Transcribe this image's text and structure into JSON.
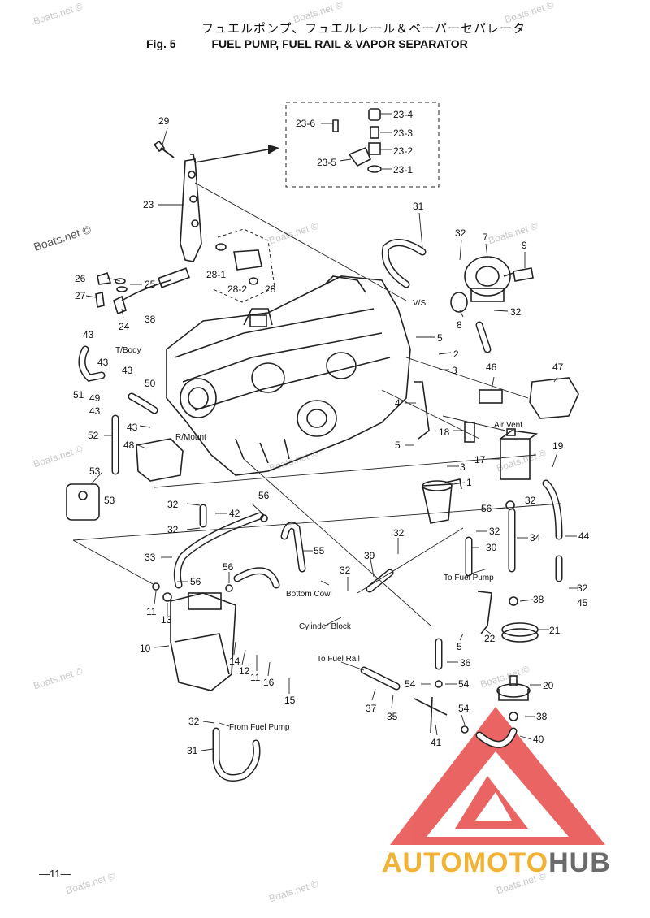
{
  "title": {
    "japanese": "フュエルポンプ、フュエルレール＆ベーパーセパレータ",
    "fig_number": "Fig. 5",
    "english": "FUEL PUMP, FUEL RAIL  & VAPOR SEPARATOR"
  },
  "watermark": "Boats.net ©",
  "page_number": "—11—",
  "logo": {
    "part1": "AUTO",
    "part2": "MOTO",
    "part3": "HUB",
    "colors": {
      "accent": "#f2b233",
      "triangle": "#e84a4a",
      "gray": "#6b6b6b"
    }
  },
  "callouts": [
    {
      "id": "c29",
      "text": "29"
    },
    {
      "id": "c23",
      "text": "23"
    },
    {
      "id": "c23_6",
      "text": "23-6"
    },
    {
      "id": "c23_4",
      "text": "23-4"
    },
    {
      "id": "c23_3",
      "text": "23-3"
    },
    {
      "id": "c23_2",
      "text": "23-2"
    },
    {
      "id": "c23_5",
      "text": "23-5"
    },
    {
      "id": "c23_1",
      "text": "23-1"
    },
    {
      "id": "c31a",
      "text": "31"
    },
    {
      "id": "c32a",
      "text": "32"
    },
    {
      "id": "c7",
      "text": "7"
    },
    {
      "id": "c9",
      "text": "9"
    },
    {
      "id": "c26",
      "text": "26"
    },
    {
      "id": "c25",
      "text": "25"
    },
    {
      "id": "c27",
      "text": "27"
    },
    {
      "id": "c24",
      "text": "24"
    },
    {
      "id": "c38a",
      "text": "38"
    },
    {
      "id": "c28_1",
      "text": "28-1"
    },
    {
      "id": "c28_2",
      "text": "28-2"
    },
    {
      "id": "c28",
      "text": "28"
    },
    {
      "id": "c8",
      "text": "8"
    },
    {
      "id": "c32b",
      "text": "32"
    },
    {
      "id": "c5a",
      "text": "5"
    },
    {
      "id": "c2",
      "text": "2"
    },
    {
      "id": "c3a",
      "text": "3"
    },
    {
      "id": "c43a",
      "text": "43"
    },
    {
      "id": "c43b",
      "text": "43"
    },
    {
      "id": "c43c",
      "text": "43"
    },
    {
      "id": "c51",
      "text": "51"
    },
    {
      "id": "c49",
      "text": "49"
    },
    {
      "id": "c43d",
      "text": "43"
    },
    {
      "id": "c50",
      "text": "50"
    },
    {
      "id": "c46",
      "text": "46"
    },
    {
      "id": "c47",
      "text": "47"
    },
    {
      "id": "c4",
      "text": "4"
    },
    {
      "id": "c18",
      "text": "18"
    },
    {
      "id": "c52",
      "text": "52"
    },
    {
      "id": "c43e",
      "text": "43"
    },
    {
      "id": "c48",
      "text": "48"
    },
    {
      "id": "c5b",
      "text": "5"
    },
    {
      "id": "c17",
      "text": "17"
    },
    {
      "id": "c19",
      "text": "19"
    },
    {
      "id": "c3b",
      "text": "3"
    },
    {
      "id": "c53a",
      "text": "53"
    },
    {
      "id": "c53b",
      "text": "53"
    },
    {
      "id": "c1",
      "text": "1"
    },
    {
      "id": "c32c",
      "text": "32"
    },
    {
      "id": "c42",
      "text": "42"
    },
    {
      "id": "c56a",
      "text": "56"
    },
    {
      "id": "c56b",
      "text": "56"
    },
    {
      "id": "c32d",
      "text": "32"
    },
    {
      "id": "c32e",
      "text": "32"
    },
    {
      "id": "c32f",
      "text": "32"
    },
    {
      "id": "c34",
      "text": "34"
    },
    {
      "id": "c44",
      "text": "44"
    },
    {
      "id": "c55",
      "text": "55"
    },
    {
      "id": "c33",
      "text": "33"
    },
    {
      "id": "c32g",
      "text": "32"
    },
    {
      "id": "c30",
      "text": "30"
    },
    {
      "id": "c39",
      "text": "39"
    },
    {
      "id": "c32h",
      "text": "32"
    },
    {
      "id": "c56c",
      "text": "56"
    },
    {
      "id": "c56d",
      "text": "56"
    },
    {
      "id": "c32i",
      "text": "32"
    },
    {
      "id": "c45",
      "text": "45"
    },
    {
      "id": "c11a",
      "text": "11"
    },
    {
      "id": "c13",
      "text": "13"
    },
    {
      "id": "c38b",
      "text": "38"
    },
    {
      "id": "c22",
      "text": "22"
    },
    {
      "id": "c21",
      "text": "21"
    },
    {
      "id": "c10",
      "text": "10"
    },
    {
      "id": "c14",
      "text": "14"
    },
    {
      "id": "c12",
      "text": "12"
    },
    {
      "id": "c11b",
      "text": "11"
    },
    {
      "id": "c16",
      "text": "16"
    },
    {
      "id": "c5c",
      "text": "5"
    },
    {
      "id": "c36",
      "text": "36"
    },
    {
      "id": "c15",
      "text": "15"
    },
    {
      "id": "c54a",
      "text": "54"
    },
    {
      "id": "c54b",
      "text": "54"
    },
    {
      "id": "c20",
      "text": "20"
    },
    {
      "id": "c37",
      "text": "37"
    },
    {
      "id": "c35",
      "text": "35"
    },
    {
      "id": "c54c",
      "text": "54"
    },
    {
      "id": "c38c",
      "text": "38"
    },
    {
      "id": "c41",
      "text": "41"
    },
    {
      "id": "c40",
      "text": "40"
    },
    {
      "id": "c32j",
      "text": "32"
    },
    {
      "id": "c31b",
      "text": "31"
    }
  ],
  "notes": {
    "vs": "V/S",
    "tbody": "T/Body",
    "rmount": "R/Mount",
    "air_vent": "Air Vent",
    "to_fuel_pump": "To Fuel Pump",
    "bottom_cowl": "Bottom Cowl",
    "cylinder_block": "Cylinder Block",
    "to_fuel_rail": "To Fuel Rail",
    "from_fuel_pump": "From Fuel Pump"
  }
}
